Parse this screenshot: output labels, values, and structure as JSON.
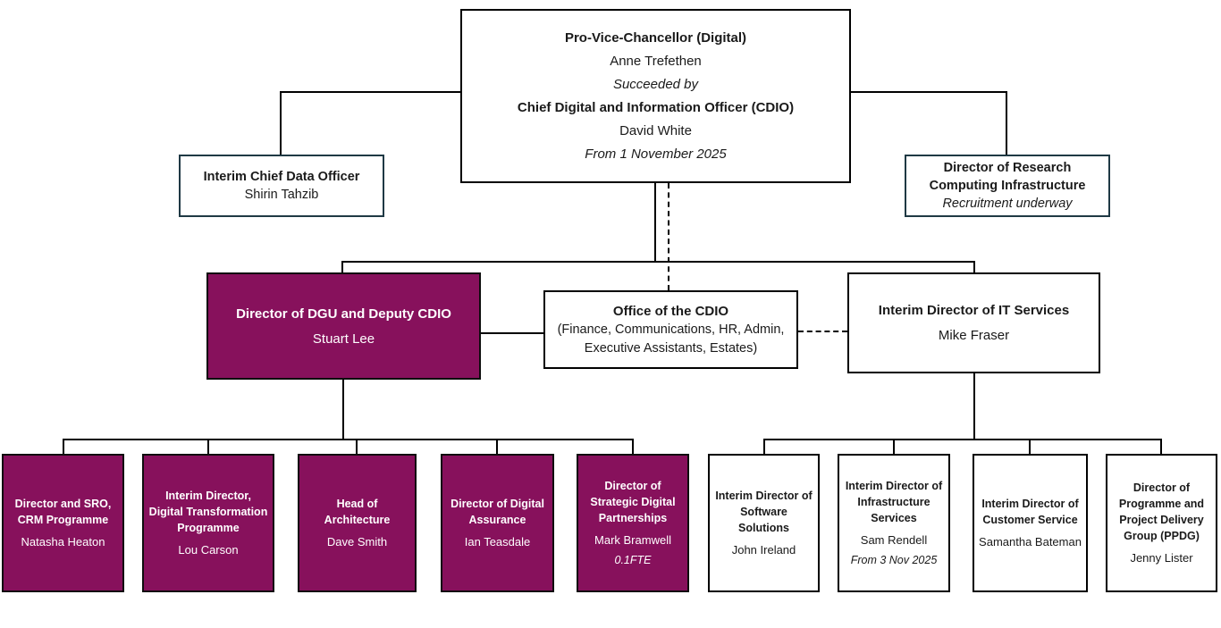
{
  "colors": {
    "plum": "#87115c",
    "box_border": "#000000",
    "side_box_border": "#1f3944",
    "text_on_plum": "#ffffff",
    "text": "#1a1a1a"
  },
  "nodes": {
    "pvc": {
      "title": "Pro-Vice-Chancellor (Digital)",
      "name": "Anne Trefethen",
      "transition_note": "Succeeded by",
      "successor_title": "Chief Digital and Information Officer (CDIO)",
      "successor_name": "David White",
      "successor_note": "From 1 November 2025"
    },
    "chief_data_officer": {
      "title": "Interim Chief Data Officer",
      "name": "Shirin Tahzib"
    },
    "research_computing": {
      "title": "Director of Research Computing Infrastructure",
      "note": "Recruitment underway"
    },
    "dgu": {
      "title": "Director of DGU and Deputy CDIO",
      "name": "Stuart Lee"
    },
    "office_cdio": {
      "title": "Office of the CDIO",
      "subtitle": "(Finance, Communications, HR, Admin, Executive Assistants, Estates)"
    },
    "it_services": {
      "title": "Interim Director of IT Services",
      "name": "Mike Fraser"
    }
  },
  "reports_dgu": [
    {
      "title": "Director and SRO, CRM Programme",
      "name": "Natasha Heaton"
    },
    {
      "title": "Interim Director, Digital Transformation Programme",
      "name": "Lou Carson"
    },
    {
      "title": "Head of Architecture",
      "name": "Dave Smith"
    },
    {
      "title": "Director of Digital Assurance",
      "name": "Ian Teasdale"
    },
    {
      "title": "Director of Strategic Digital Partnerships",
      "name": "Mark Bramwell",
      "note": "0.1FTE"
    }
  ],
  "reports_its": [
    {
      "title": "Interim Director of Software Solutions",
      "name": "John Ireland"
    },
    {
      "title": "Interim Director of Infrastructure Services",
      "name": "Sam Rendell",
      "note": "From 3 Nov 2025"
    },
    {
      "title": "Interim Director of Customer Service",
      "name": "Samantha Bateman"
    },
    {
      "title": "Director of Programme and Project Delivery Group (PPDG)",
      "name": "Jenny Lister"
    }
  ]
}
